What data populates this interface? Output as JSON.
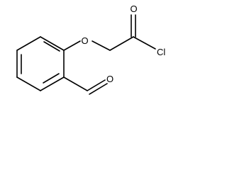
{
  "molecule": {
    "atoms": {
      "ether_oxygen": "O",
      "carbonyl_oxygen": "O",
      "chlorine": "Cl",
      "aldehyde_oxygen": "O"
    }
  }
}
